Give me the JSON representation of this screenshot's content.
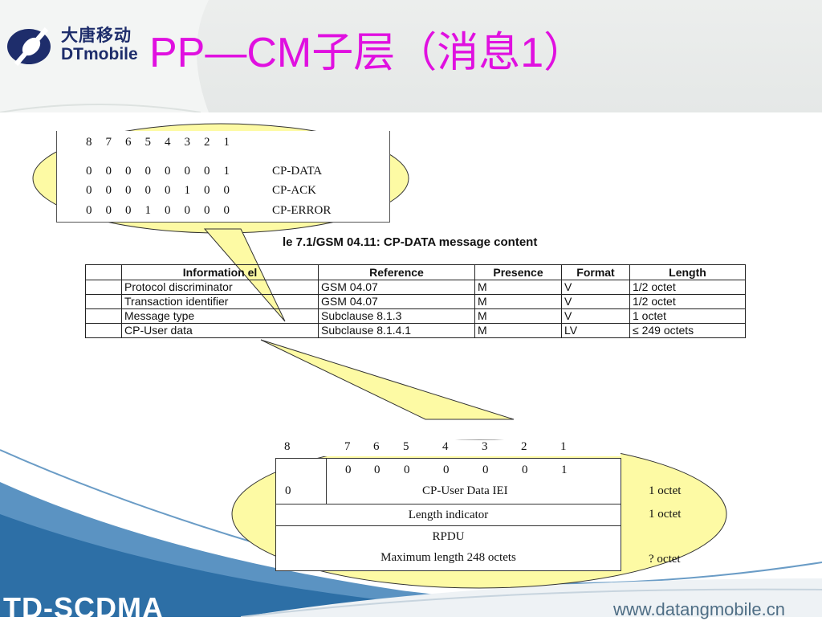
{
  "header": {
    "logo_cn": "大唐移动",
    "logo_en_dt": "DT",
    "logo_en_mobile": "mobile",
    "title": "PP—CM子层（消息1）",
    "title_color": "#e010e0"
  },
  "message_types": {
    "bit_header": [
      "8",
      "7",
      "6",
      "5",
      "4",
      "3",
      "2",
      "1"
    ],
    "rows": [
      {
        "bits": [
          "0",
          "0",
          "0",
          "0",
          "0",
          "0",
          "0",
          "1"
        ],
        "name": "CP-DATA"
      },
      {
        "bits": [
          "0",
          "0",
          "0",
          "0",
          "0",
          "1",
          "0",
          "0"
        ],
        "name": "CP-ACK"
      },
      {
        "bits": [
          "0",
          "0",
          "0",
          "1",
          "0",
          "0",
          "0",
          "0"
        ],
        "name": "CP-ERROR"
      }
    ]
  },
  "content_table": {
    "caption": "le 7.1/GSM 04.11: CP-DATA message content",
    "headers": [
      "",
      "Information el",
      "Reference",
      "Presence",
      "Format",
      "Length"
    ],
    "rows": [
      [
        "",
        "Protocol discriminator",
        "GSM 04.07",
        "M",
        "V",
        "1/2 octet"
      ],
      [
        "",
        "Transaction identifier",
        "GSM 04.07",
        "M",
        "V",
        "1/2 octet"
      ],
      [
        "",
        "Message type",
        "Subclause 8.1.3",
        "M",
        "V",
        "1 octet"
      ],
      [
        "",
        "CP-User data",
        "Subclause 8.1.4.1",
        "M",
        "LV",
        "≤ 249 octets"
      ]
    ]
  },
  "user_data_structure": {
    "bit_header": [
      "8",
      "7",
      "6",
      "5",
      "4",
      "3",
      "2",
      "1"
    ],
    "iei_bits": [
      "0",
      "0",
      "0",
      "0",
      "0",
      "0",
      "1"
    ],
    "iei_first_bit": "0",
    "iei_label": "CP-User Data IEI",
    "length_label": "Length indicator",
    "rpdu_label": "RPDU",
    "rpdu_max": "Maximum length 248 octets",
    "octets": [
      "1 octet",
      "1 octet",
      "? octet"
    ]
  },
  "footer": {
    "brand": "TD-SCDMA",
    "url": "www.datangmobile.cn"
  }
}
